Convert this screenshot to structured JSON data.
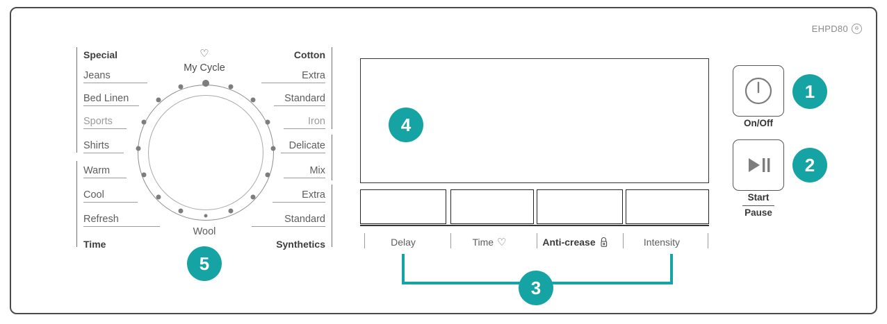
{
  "device": {
    "model_label": "EHPD80",
    "model_icon": "recycle-icon"
  },
  "theme": {
    "accent": "#16a3a3",
    "frame_stroke": "#4a4a4a",
    "text": "#5d5d5d",
    "text_bold": "#3a3a3a",
    "muted": "#9b9b9b"
  },
  "dial": {
    "center_label": "My Cycle",
    "center_icon": "heart-icon",
    "bottom_label": "Wool",
    "left_column": [
      {
        "label": "Special",
        "style": "bold"
      },
      {
        "label": "Jeans",
        "style": "normal"
      },
      {
        "label": "Bed Linen",
        "style": "normal"
      },
      {
        "label": "Sports",
        "style": "grey"
      },
      {
        "label": "Shirts",
        "style": "normal"
      },
      {
        "label": "Warm",
        "style": "normal"
      },
      {
        "label": "Cool",
        "style": "normal"
      },
      {
        "label": "Refresh",
        "style": "normal"
      },
      {
        "label": "Time",
        "style": "bold"
      }
    ],
    "right_column": [
      {
        "label": "Cotton",
        "style": "bold"
      },
      {
        "label": "Extra",
        "style": "normal"
      },
      {
        "label": "Standard",
        "style": "normal"
      },
      {
        "label": "Iron",
        "style": "grey"
      },
      {
        "label": "Delicate",
        "style": "normal"
      },
      {
        "label": "Mix",
        "style": "normal"
      },
      {
        "label": "Extra",
        "style": "normal"
      },
      {
        "label": "Standard",
        "style": "normal"
      },
      {
        "label": "Synthetics",
        "style": "bold"
      }
    ]
  },
  "display": {
    "name": "lcd-display",
    "content": ""
  },
  "touch_buttons": [
    {
      "label": "Delay",
      "style": "normal",
      "icon": ""
    },
    {
      "label": "Time",
      "style": "normal",
      "icon": "heart-icon"
    },
    {
      "label": "Anti-crease",
      "style": "bold",
      "icon": "lock-icon"
    },
    {
      "label": "Intensity",
      "style": "normal",
      "icon": ""
    }
  ],
  "controls": {
    "power": {
      "caption": "On/Off",
      "icon": "power-icon"
    },
    "start_pause": {
      "caption_top": "Start",
      "caption_bottom": "Pause",
      "icon": "play-pause-icon"
    }
  },
  "callouts": {
    "one": "1",
    "two": "2",
    "three": "3",
    "four": "4",
    "five": "5"
  }
}
